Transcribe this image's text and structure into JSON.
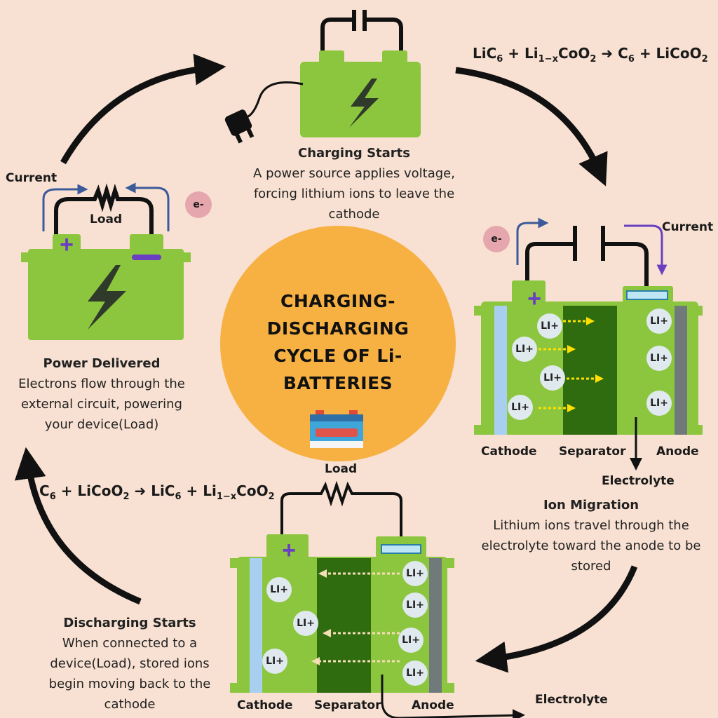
{
  "center": {
    "title_lines": [
      "CHARGING-",
      "DISCHARGING",
      "CYCLE OF Li-",
      "BATTERIES"
    ]
  },
  "equations": {
    "charge": {
      "a": "LiC",
      "a_sub": "6",
      "b": "Li",
      "b_sub": "1−x",
      "c": "CoO",
      "c_sub": "2",
      "arrow": "➜",
      "d": "C",
      "d_sub": "6",
      "e": "LiCoO",
      "e_sub": "2"
    },
    "discharge": {
      "a": "C",
      "a_sub": "6",
      "b": "LiCoO",
      "b_sub": "2",
      "arrow": "➜",
      "c": "LiC",
      "c_sub": "6",
      "d": "Li",
      "d_sub": "1−x",
      "e": "CoO",
      "e_sub": "2"
    }
  },
  "charging_starts": {
    "title": "Charging Starts",
    "lines": [
      "A power source applies voltage,",
      "forcing lithium ions to leave the",
      "cathode"
    ]
  },
  "power_delivered": {
    "title": "Power Delivered",
    "lines": [
      "Electrons flow through the",
      "external circuit, powering",
      "your device(Load)"
    ]
  },
  "ion_migration": {
    "title": "Ion Migration",
    "lines": [
      "Lithium ions travel through the",
      "electrolyte toward the anode to be",
      "stored"
    ]
  },
  "discharging_starts": {
    "title": "Discharging Starts",
    "lines": [
      "When connected to a",
      "device(Load), stored ions",
      "begin moving back to the",
      "cathode"
    ]
  },
  "labels": {
    "current": "Current",
    "load": "Load",
    "e_minus": "e-",
    "cathode": "Cathode",
    "separator": "Separator",
    "anode": "Anode",
    "electrolyte": "Electrolyte",
    "ion": "LI+"
  },
  "colors": {
    "background": "#f8e1d2",
    "battery": "#8cc63f",
    "separator": "#2f6b0f",
    "circle": "#f7b143",
    "ion_arrow": "#ffe000"
  }
}
